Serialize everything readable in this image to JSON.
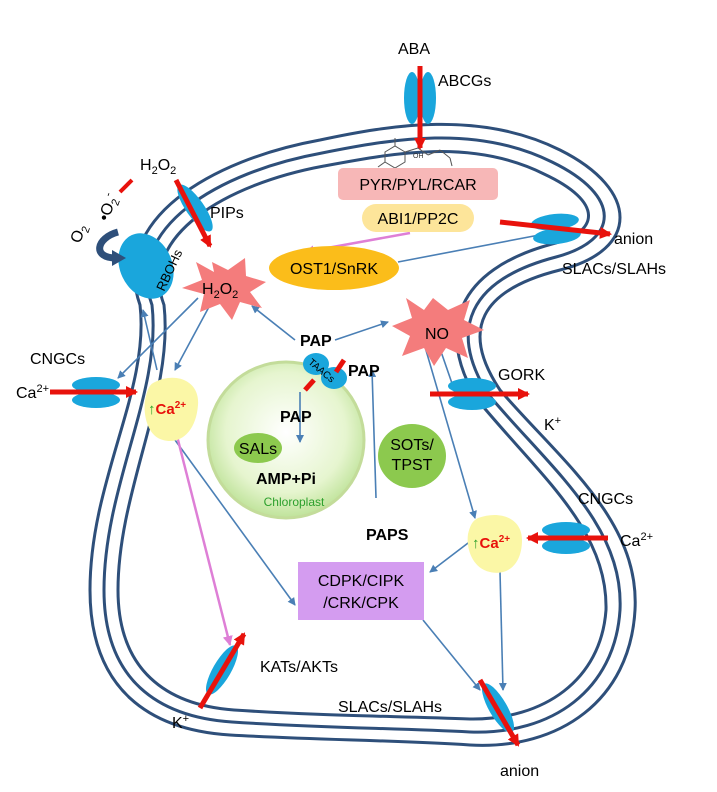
{
  "colors": {
    "membrane": "#2e4f7a",
    "channel": "#1aa6dc",
    "red_arrow": "#e8120c",
    "blue_arrow": "#4a7fb5",
    "pink_arrow": "#de7fd6",
    "ros_burst": "#f47c7c",
    "calcium_blob": "#fbf7a6",
    "chloroplast": "#d8f0b8",
    "green_ellipse": "#8cc94e",
    "ost1": "#fbbd1a",
    "pyr_box": "#f7b7b7",
    "abi1": "#fde59a",
    "cdpk_box": "#d49cf0"
  },
  "labels": {
    "aba": "ABA",
    "abcgs": "ABCGs",
    "pyr": "PYR/PYL/RCAR",
    "abi1": "ABI1/PP2C",
    "ost1": "OST1/SnRK",
    "anion_top": "anion",
    "slacs_top": "SLACs/SLAHs",
    "h2o2_top_main": "H",
    "h2o2_top_sub": "2",
    "h2o2_top_o": "O",
    "h2o2_top_sub2": "2",
    "pips": "PIPs",
    "o2": "O",
    "o2_sub": "2",
    "superoxide": "•O",
    "superoxide_sub": "2",
    "superoxide_sup": "-",
    "rbohs": "RBOHs",
    "h2o2_burst": "H",
    "h2o2_burst_sub": "2",
    "h2o2_burst_o": "O",
    "h2o2_burst_sub2": "2",
    "no": "NO",
    "pap_top": "PAP",
    "pap_right": "PAP",
    "pap_inner": "PAP",
    "taacs": "TAACs",
    "sals": "SALs",
    "amp": "AMP+Pi",
    "chloroplast": "Chloroplast",
    "sots_1": "SOTs/",
    "sots_2": "TPST",
    "paps": "PAPS",
    "cngcs_left": "CNGCs",
    "ca_left": "Ca",
    "ca_left_sup": "2+",
    "ca_inner_left": "Ca",
    "ca_inner_left_sup": "2+",
    "ca_inner_arrow": "↑",
    "gork": "GORK",
    "k_right": "K",
    "k_right_sup": "+",
    "cngcs_right": "CNGCs",
    "ca_right": "Ca",
    "ca_right_sup": "2+",
    "ca_inner_right": "Ca",
    "ca_inner_right_sup": "2+",
    "ca_inner_right_arrow": "↑",
    "cdpk_1": "CDPK/CIPK",
    "cdpk_2": "/CRK/CPK",
    "kats": "KATs/AKTs",
    "k_bottom": "K",
    "k_bottom_sup": "+",
    "slacs_bottom": "SLACs/SLAHs",
    "anion_bottom": "anion"
  }
}
